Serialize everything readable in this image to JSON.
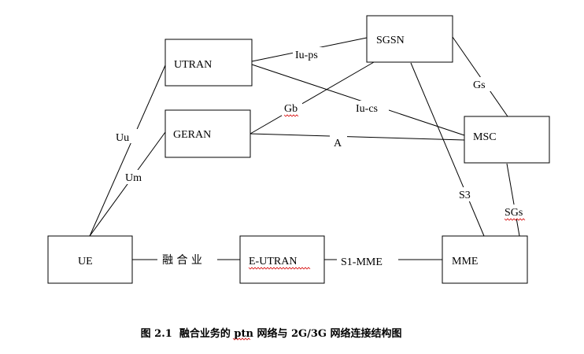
{
  "nodes": {
    "utran": "UTRAN",
    "geran": "GERAN",
    "sgsn": "SGSN",
    "msc": "MSC",
    "ue": "UE",
    "eutran": "E-UTRAN",
    "mme": "MME"
  },
  "edges": {
    "iu_ps": "Iu-ps",
    "iu_cs": "Iu-cs",
    "gb": "Gb",
    "a": "A",
    "gs": "Gs",
    "uu": "Uu",
    "um": "Um",
    "s3": "S3",
    "sgs": "SGs",
    "fusion": "融 合 业",
    "s1_mme": "S1-MME"
  },
  "caption": {
    "prefix": "图 2.1  融合业务的 ",
    "ptn": "ptn",
    "suffix": " 网络与 2G/3G 网络连接结构图"
  },
  "colors": {
    "spellcheck_underline": "#d81010"
  }
}
